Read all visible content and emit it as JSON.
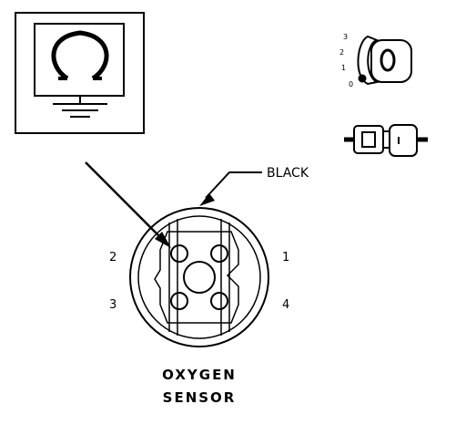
{
  "connector": {
    "wire_color_label": "BLACK",
    "pin_labels": {
      "p1": "1",
      "p2": "2",
      "p3": "3",
      "p4": "4"
    },
    "title_line1": "OXYGEN",
    "title_line2": "SENSOR"
  },
  "ignition_key": {
    "positions": {
      "k3": "3",
      "k2": "2",
      "k1": "1",
      "k0": "0"
    }
  },
  "icons": {
    "ground_symbol": "ground-symbol-icon",
    "key": "ignition-key-icon",
    "plug": "connector-plug-icon"
  }
}
